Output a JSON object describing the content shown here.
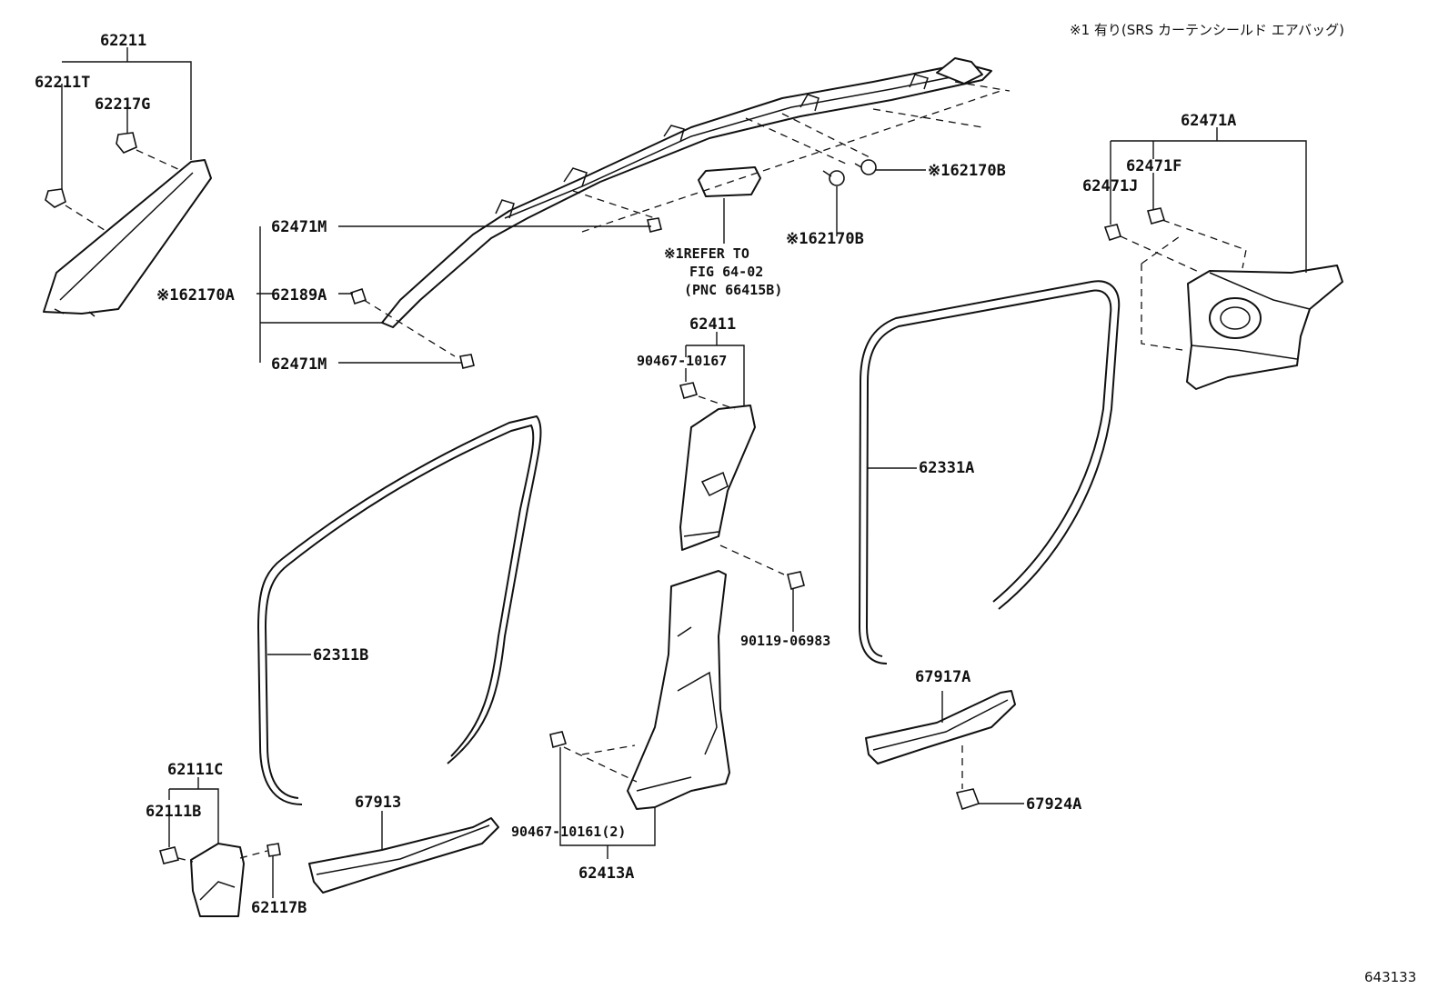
{
  "header_note": "※1 有り(SRS カーテンシールド エアバッグ)",
  "figure_number": "643133",
  "callouts": {
    "c62211": "62211",
    "c62211T": "62211T",
    "c62217G": "62217G",
    "c62471M_a": "62471M",
    "c62170A": "※162170A",
    "c62189A": "62189A",
    "c62471M_b": "62471M",
    "refer_1": "※1REFER TO",
    "refer_2": "FIG 64-02",
    "refer_3": "(PNC 66415B)",
    "c62170B_a": "※162170B",
    "c62170B_b": "※162170B",
    "c62471A": "62471A",
    "c62471F": "62471F",
    "c62471J": "62471J",
    "c62411": "62411",
    "c90467_10167": "90467-10167",
    "c62331A": "62331A",
    "c62311B": "62311B",
    "c90119_06983": "90119-06983",
    "c67917A": "67917A",
    "c62111C": "62111C",
    "c62111B": "62111B",
    "c62117B": "62117B",
    "c67913": "67913",
    "c90467_10161": "90467-10161(2)",
    "c62413A": "62413A",
    "c67924A": "67924A"
  }
}
